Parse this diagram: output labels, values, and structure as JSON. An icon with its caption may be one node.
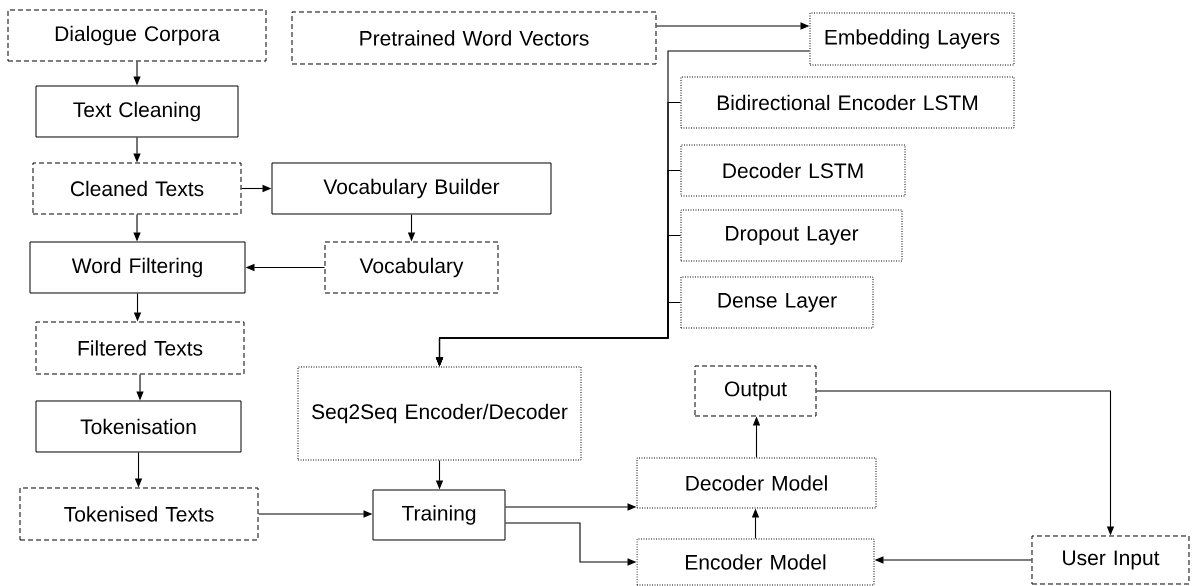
{
  "diagram": {
    "nodes": [
      {
        "text": [
          "Dialogue Corpora"
        ]
      },
      {
        "text": [
          "Pretrained Word Vectors"
        ]
      },
      {
        "text": [
          "Embedding Layers"
        ]
      },
      {
        "text": [
          "Text Cleaning"
        ]
      },
      {
        "text": [
          "Cleaned Texts"
        ]
      },
      {
        "text": [
          "Vocabulary Builder"
        ]
      },
      {
        "text": [
          "Word Filtering"
        ]
      },
      {
        "text": [
          "Vocabulary"
        ]
      },
      {
        "text": [
          "Bidirectional Encoder LSTM"
        ]
      },
      {
        "text": [
          "Decoder LSTM"
        ]
      },
      {
        "text": [
          "Dropout Layer"
        ]
      },
      {
        "text": [
          "Dense Layer"
        ]
      },
      {
        "text": [
          "Filtered Texts"
        ]
      },
      {
        "text": [
          "Tokenisation"
        ]
      },
      {
        "text": [
          "Tokenised Texts"
        ]
      },
      {
        "text": [
          "Seq2Seq Encoder/Decoder"
        ]
      },
      {
        "text": [
          "Output"
        ]
      },
      {
        "text": [
          "Training"
        ]
      },
      {
        "text": [
          "Decoder Model"
        ]
      },
      {
        "text": [
          "Encoder Model"
        ]
      },
      {
        "text": [
          "User Input"
        ]
      }
    ],
    "edges": [
      {
        "from": 0,
        "to": 3,
        "arrow": "to"
      },
      {
        "from": 3,
        "to": 4,
        "arrow": "to"
      },
      {
        "from": 4,
        "to": 5,
        "arrow": "to"
      },
      {
        "from": 4,
        "to": 6,
        "arrow": "to"
      },
      {
        "from": 5,
        "to": 7,
        "arrow": "to"
      },
      {
        "from": 7,
        "to": 6,
        "arrow": "to"
      },
      {
        "from": 6,
        "to": 12,
        "arrow": "to"
      },
      {
        "from": 12,
        "to": 13,
        "arrow": "to"
      },
      {
        "from": 13,
        "to": 14,
        "arrow": "to"
      },
      {
        "from": 14,
        "to": 17,
        "arrow": "to"
      },
      {
        "from": 1,
        "to": 2,
        "arrow": "to"
      },
      {
        "from": 2,
        "to": 15,
        "arrow": "to"
      },
      {
        "from": 8,
        "to": 15,
        "arrow": "to"
      },
      {
        "from": 9,
        "to": 15,
        "arrow": "to"
      },
      {
        "from": 10,
        "to": 15,
        "arrow": "to"
      },
      {
        "from": 11,
        "to": 15,
        "arrow": "to"
      },
      {
        "from": 15,
        "to": 17,
        "arrow": "to"
      },
      {
        "from": 17,
        "to": 18,
        "arrow": "to"
      },
      {
        "from": 17,
        "to": 19,
        "arrow": "to"
      },
      {
        "from": 19,
        "to": 18,
        "arrow": "to"
      },
      {
        "from": 18,
        "to": 16,
        "arrow": "to"
      },
      {
        "from": 16,
        "to": 20,
        "arrow": "to"
      },
      {
        "from": 20,
        "to": 19,
        "arrow": "to"
      }
    ]
  }
}
